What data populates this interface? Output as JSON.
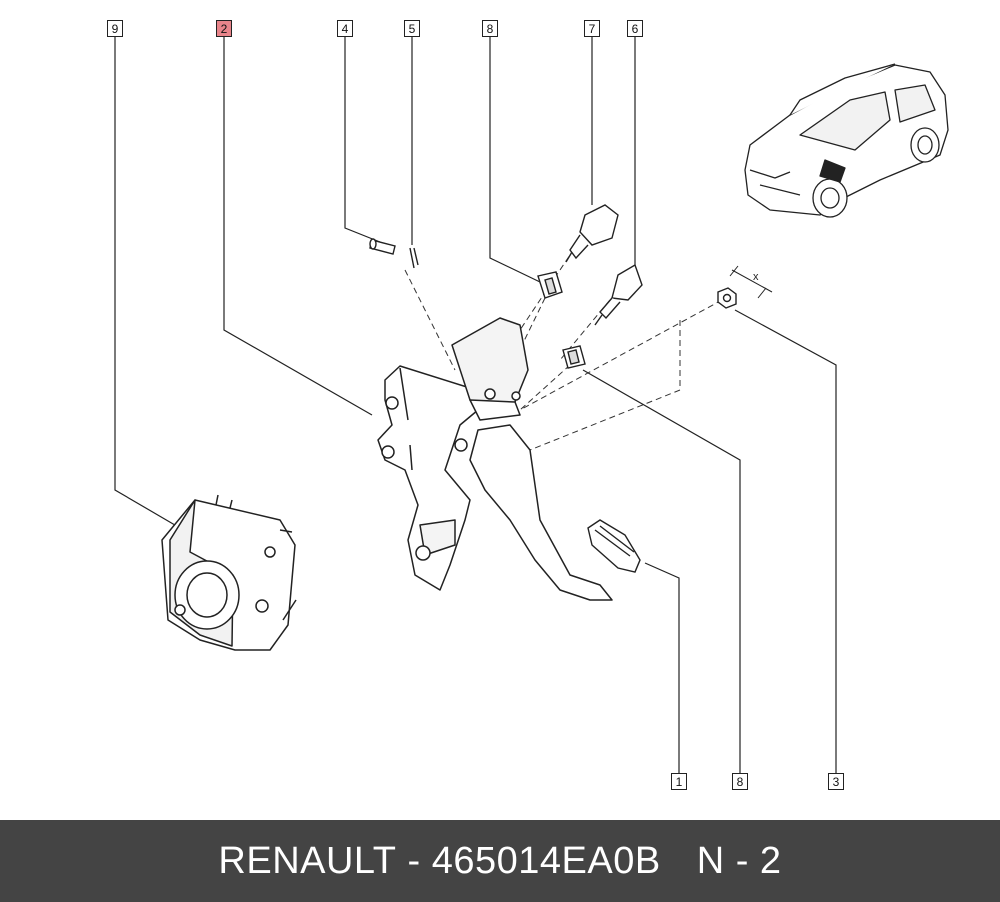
{
  "callouts": {
    "c9": "9",
    "c2": "2",
    "c4": "4",
    "c5": "5",
    "c8a": "8",
    "c7": "7",
    "c6": "6",
    "c1": "1",
    "c8b": "8",
    "c3": "3",
    "highlight_color": "#e8848a"
  },
  "torque_mark": "x",
  "footer": {
    "brand": "RENAULT",
    "sep": " - ",
    "part_number": "465014EA0B",
    "page_ref": "N - 2",
    "background": "#444444"
  }
}
